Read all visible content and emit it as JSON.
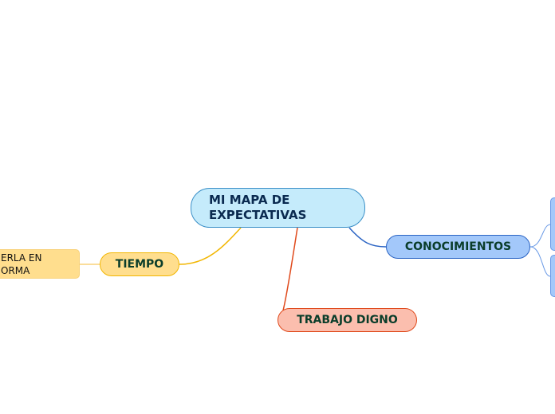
{
  "central": {
    "title_line1": "MI MAPA DE",
    "title_line2": "EXPECTATIVAS",
    "color": "#c5ebfb"
  },
  "branches": [
    {
      "label": "CONOCIMIENTOS",
      "color": "#a3c8fa",
      "line_color": "#2b64c4"
    },
    {
      "label": "TIEMPO",
      "color": "#ffde8e",
      "line_color": "#f2b600"
    },
    {
      "label": "TRABAJO DIGNO",
      "color": "#fbbeae",
      "line_color": "#e04a1c"
    }
  ],
  "tiempo_child": {
    "line1": "ERLA EN",
    "line2": "ORMA"
  }
}
